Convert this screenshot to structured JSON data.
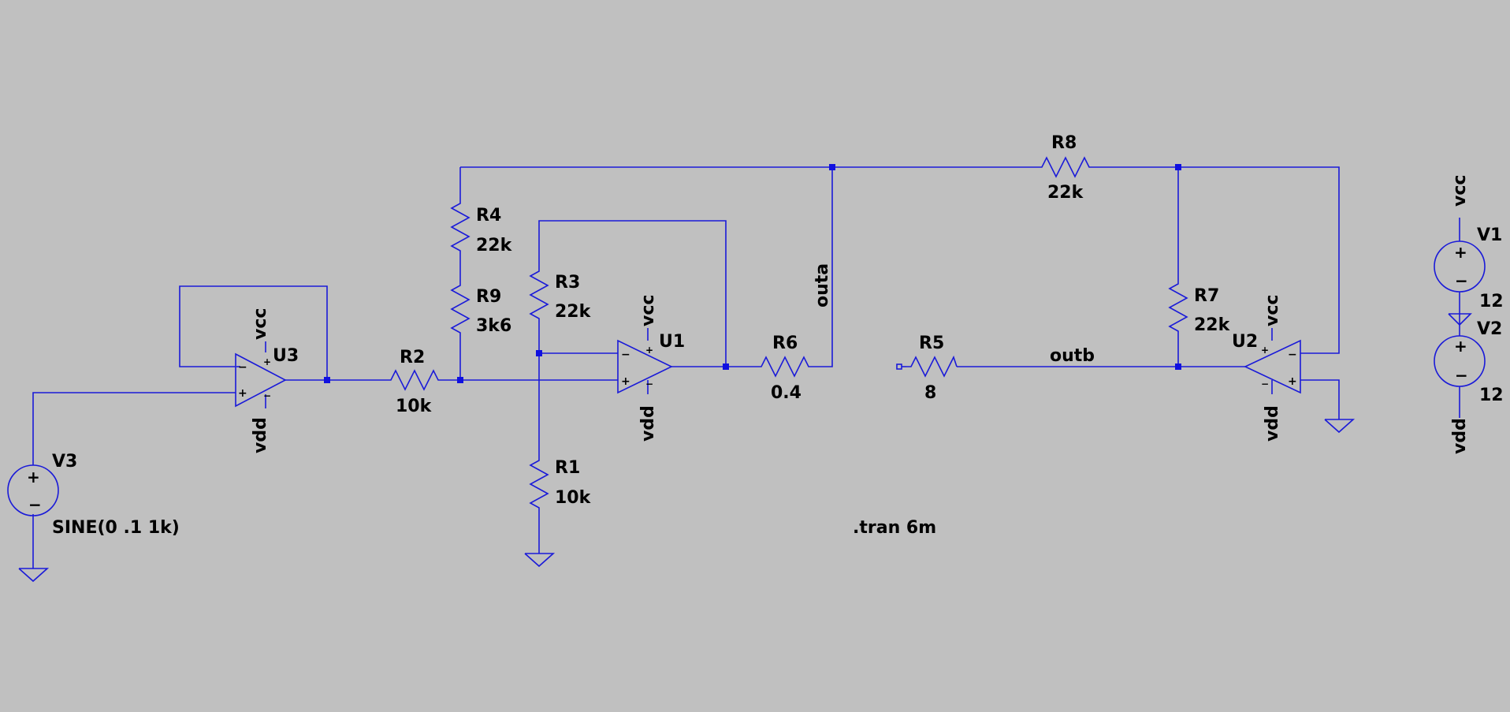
{
  "schematic": {
    "background": "#c0c0c0",
    "wire_color": "#1a1ad8",
    "components": {
      "v3": {
        "name": "V3",
        "value": "SINE(0 .1 1k)"
      },
      "u3": {
        "name": "U3",
        "vcc": "vcc",
        "vdd": "vdd"
      },
      "r2": {
        "name": "R2",
        "value": "10k"
      },
      "r4": {
        "name": "R4",
        "value": "22k"
      },
      "r9": {
        "name": "R9",
        "value": "3k6"
      },
      "r3": {
        "name": "R3",
        "value": "22k"
      },
      "r1": {
        "name": "R1",
        "value": "10k"
      },
      "u1": {
        "name": "U1",
        "vcc": "vcc",
        "vdd": "vdd"
      },
      "r6": {
        "name": "R6",
        "value": "0.4"
      },
      "r5": {
        "name": "R5",
        "value": "8"
      },
      "r8": {
        "name": "R8",
        "value": "22k"
      },
      "r7": {
        "name": "R7",
        "value": "22k"
      },
      "u2": {
        "name": "U2",
        "vcc": "vcc",
        "vdd": "vdd"
      },
      "v1": {
        "name": "V1",
        "value": "12",
        "net": "vcc"
      },
      "v2": {
        "name": "V2",
        "value": "12",
        "net": "vdd"
      }
    },
    "nets": {
      "outa": "outa",
      "outb": "outb"
    },
    "directive": ".tran 6m"
  }
}
